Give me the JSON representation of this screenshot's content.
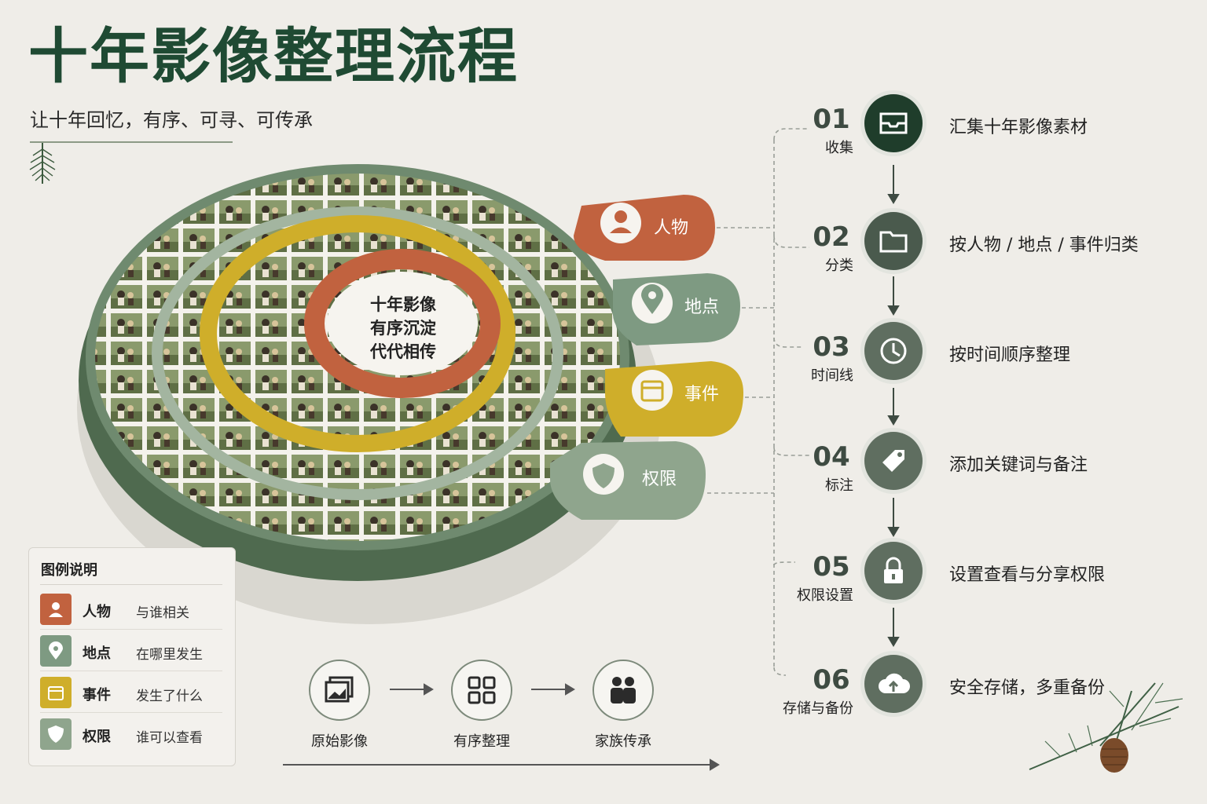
{
  "title": "十年影像整理流程",
  "subtitle": "让十年回忆，有序、可寻、可传承",
  "center_text": [
    "十年影像",
    "有序沉淀",
    "代代相传"
  ],
  "colors": {
    "people": "#c1623f",
    "place": "#7e9a82",
    "event": "#cfae2a",
    "permission": "#8fa58d",
    "dark_green": "#1f4a33",
    "ring_base": "#50684f"
  },
  "tabs": [
    {
      "label": "人物",
      "icon": "person-icon"
    },
    {
      "label": "地点",
      "icon": "location-pin-icon"
    },
    {
      "label": "事件",
      "icon": "calendar-icon"
    },
    {
      "label": "权限",
      "icon": "shield-icon"
    }
  ],
  "steps": [
    {
      "num": "01",
      "name": "收集",
      "desc": "汇集十年影像素材",
      "icon": "inbox-icon"
    },
    {
      "num": "02",
      "name": "分类",
      "desc": "按人物 / 地点 / 事件归类",
      "icon": "folder-icon"
    },
    {
      "num": "03",
      "name": "时间线",
      "desc": "按时间顺序整理",
      "icon": "clock-icon"
    },
    {
      "num": "04",
      "name": "标注",
      "desc": "添加关键词与备注",
      "icon": "tag-icon"
    },
    {
      "num": "05",
      "name": "权限设置",
      "desc": "设置查看与分享权限",
      "icon": "lock-icon"
    },
    {
      "num": "06",
      "name": "存储与备份",
      "desc": "安全存储，多重备份",
      "icon": "cloud-upload-icon"
    }
  ],
  "legend": {
    "title": "图例说明",
    "items": [
      {
        "name": "人物",
        "desc": "与谁相关",
        "icon": "person-icon"
      },
      {
        "name": "地点",
        "desc": "在哪里发生",
        "icon": "location-pin-icon"
      },
      {
        "name": "事件",
        "desc": "发生了什么",
        "icon": "calendar-icon"
      },
      {
        "name": "权限",
        "desc": "谁可以查看",
        "icon": "shield-icon"
      }
    ]
  },
  "flow": [
    {
      "label": "原始影像",
      "icon": "photos-icon"
    },
    {
      "label": "有序整理",
      "icon": "grid-icon"
    },
    {
      "label": "家族传承",
      "icon": "family-icon"
    }
  ]
}
